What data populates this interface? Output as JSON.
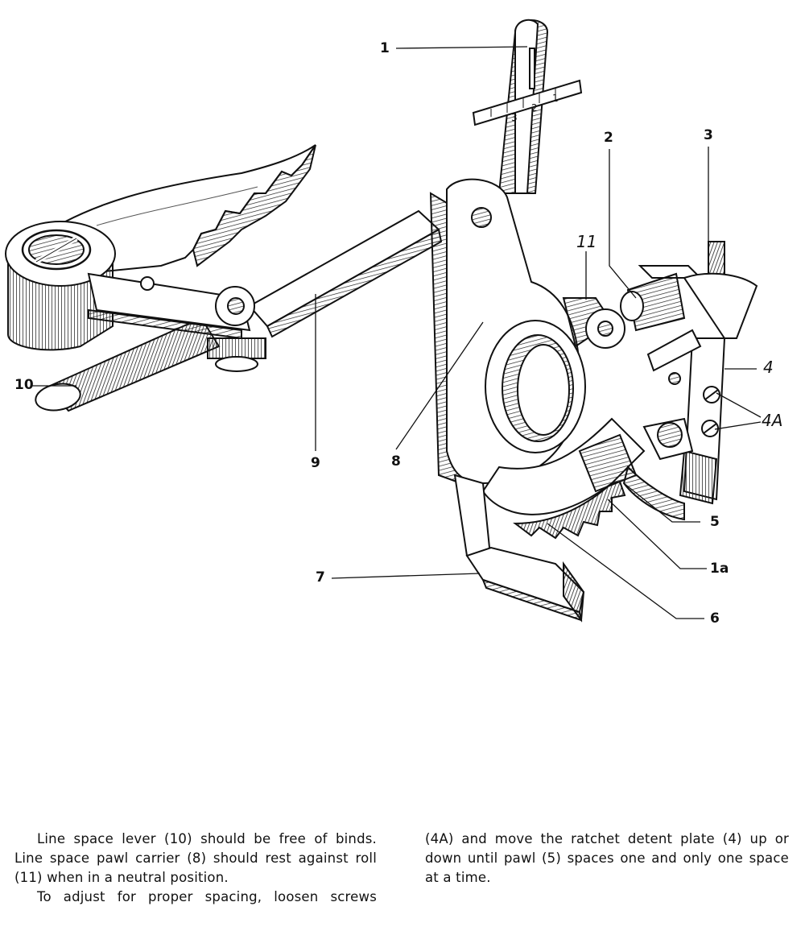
{
  "diagram": {
    "callouts": [
      {
        "id": "c1",
        "label": "1"
      },
      {
        "id": "c2",
        "label": "2"
      },
      {
        "id": "c3",
        "label": "3"
      },
      {
        "id": "c11",
        "label": "11"
      },
      {
        "id": "c4",
        "label": "4"
      },
      {
        "id": "c4a",
        "label": "4A"
      },
      {
        "id": "c10",
        "label": "10"
      },
      {
        "id": "c9",
        "label": "9"
      },
      {
        "id": "c8",
        "label": "8"
      },
      {
        "id": "c5",
        "label": "5"
      },
      {
        "id": "c1a",
        "label": "1a"
      },
      {
        "id": "c7",
        "label": "7"
      },
      {
        "id": "c6",
        "label": "6"
      }
    ],
    "scale_marks": [
      "1",
      "2",
      "3"
    ]
  },
  "text": {
    "left": [
      "Line space lever (10) should be free of binds. Line space pawl carrier (8) should rest against roll (11) when in a neutral position.",
      "To adjust for proper spacing, loosen screws"
    ],
    "right": [
      "(4A) and move the ratchet detent plate (4) up or down until pawl (5) spaces one and only one space at a time."
    ]
  }
}
